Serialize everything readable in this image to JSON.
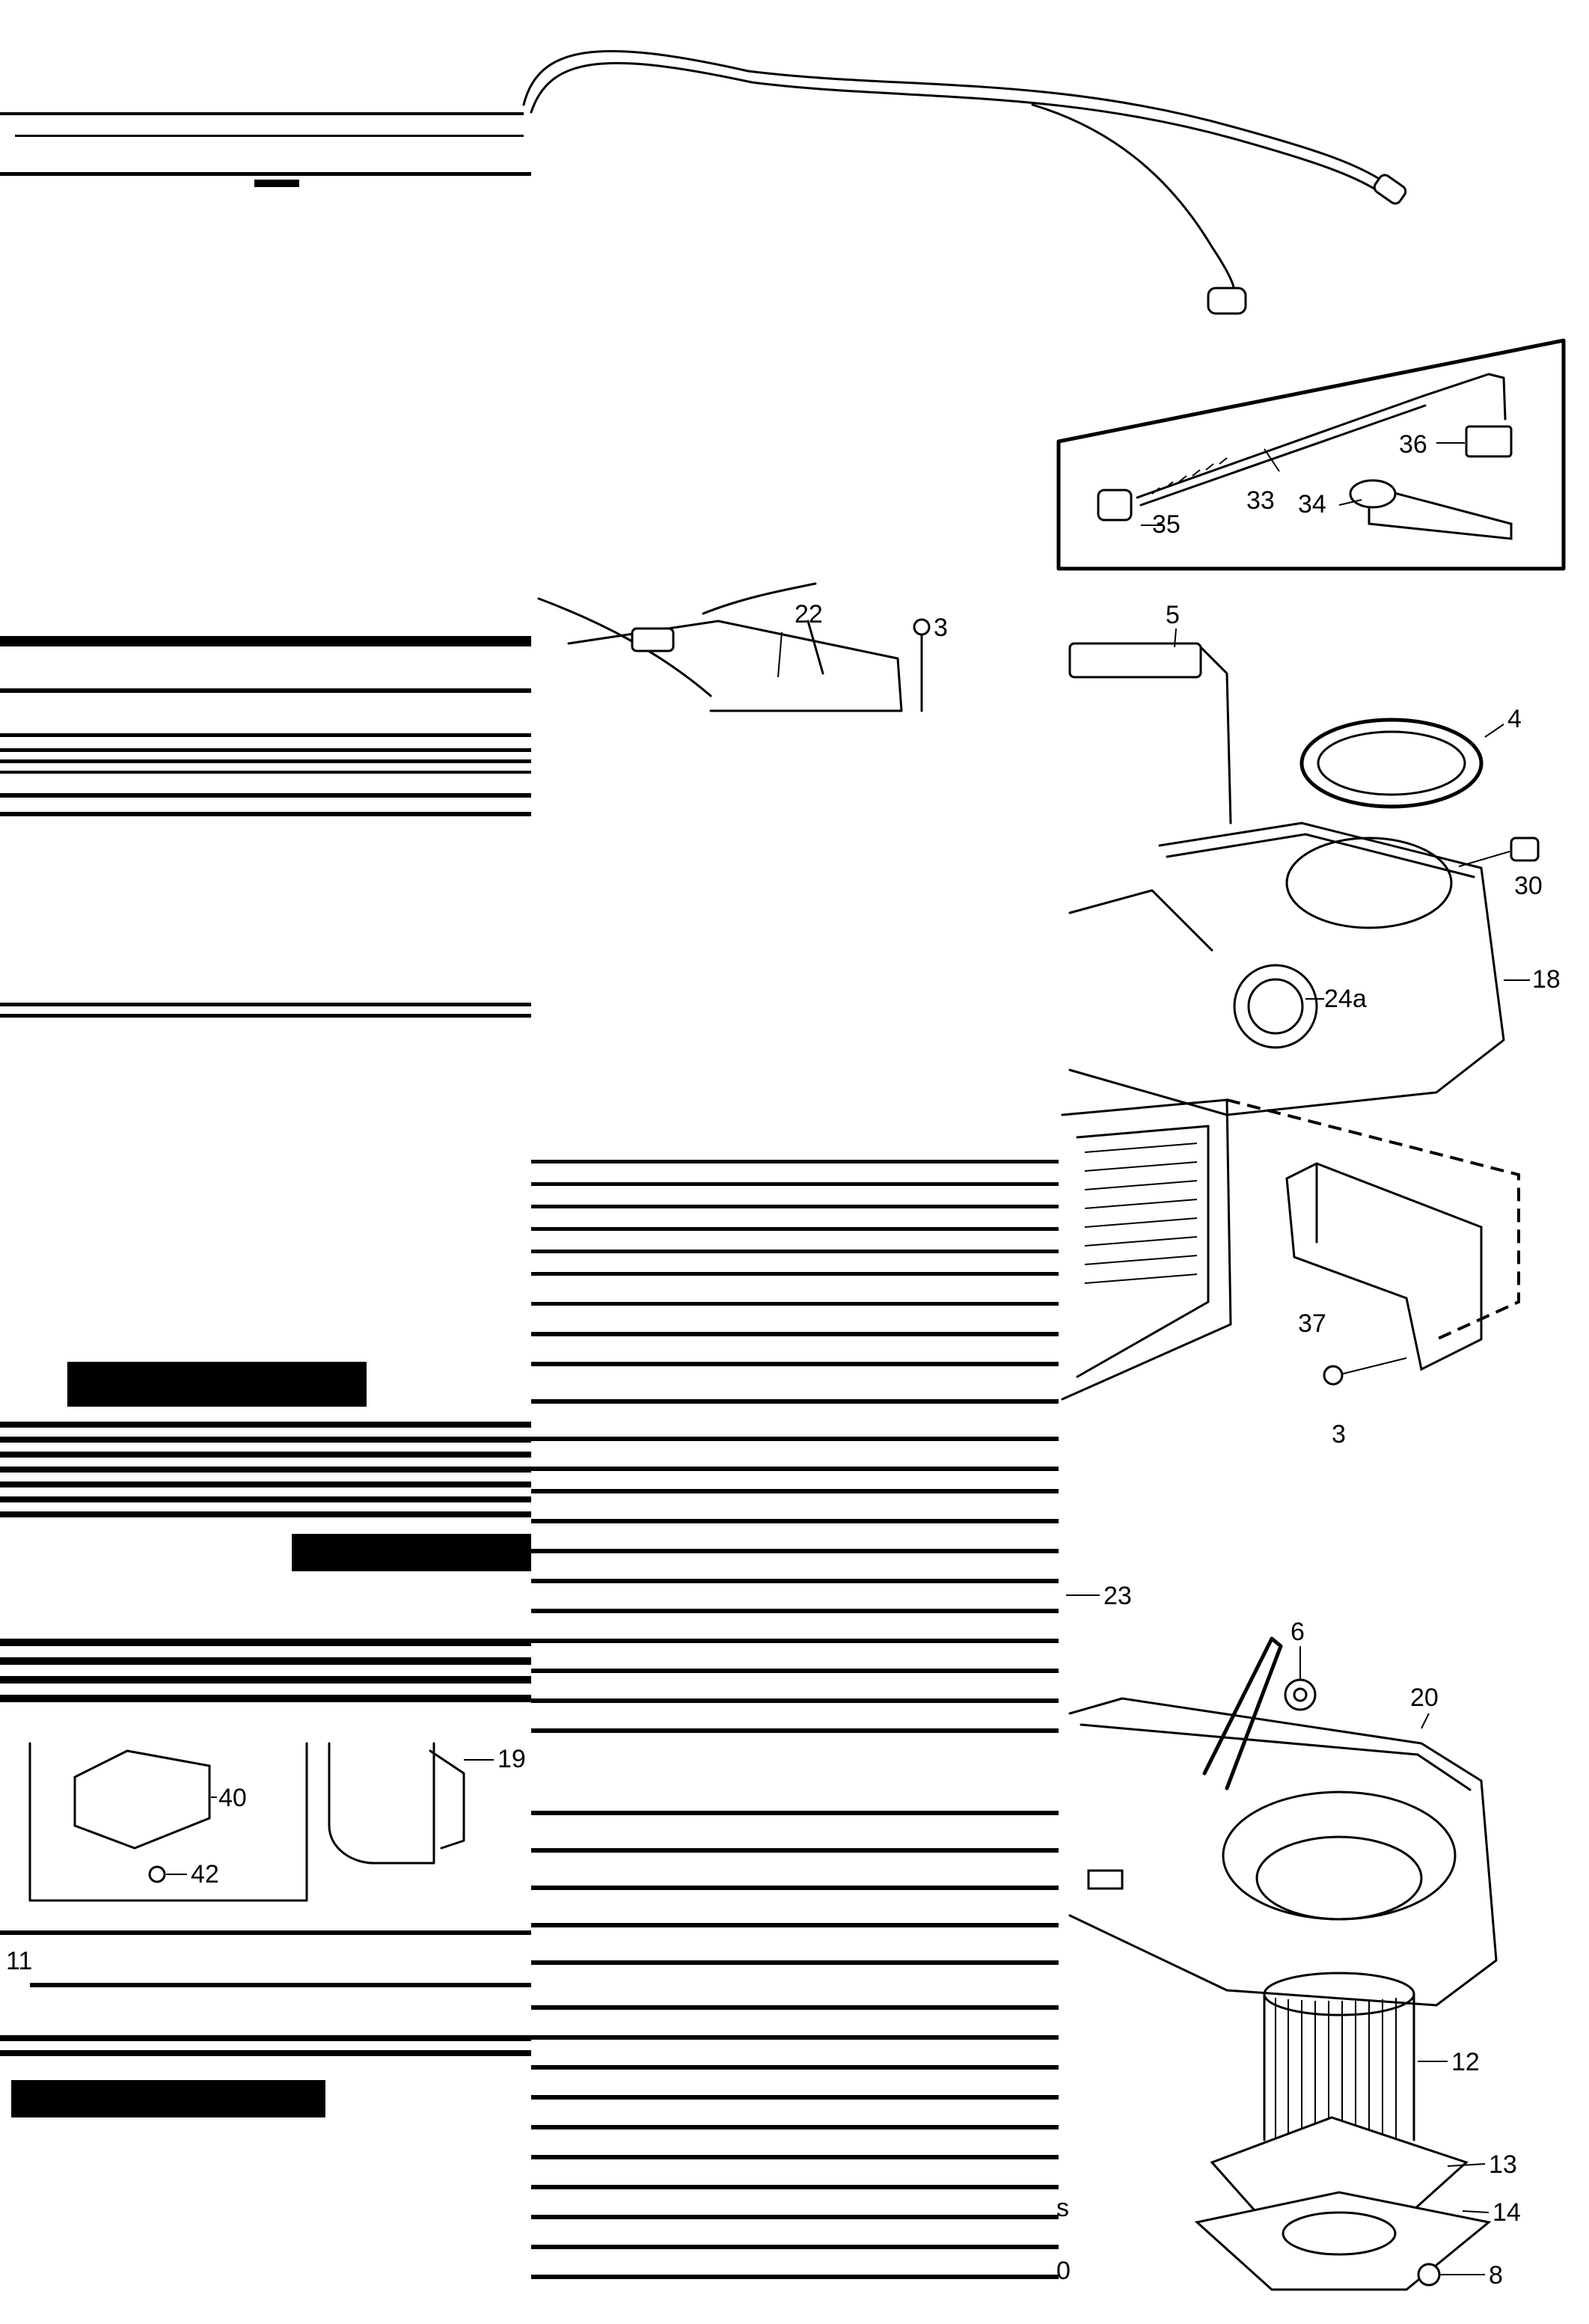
{
  "diagram": {
    "part_labels": [
      {
        "id": "p36",
        "text": "36"
      },
      {
        "id": "p33",
        "text": "33"
      },
      {
        "id": "p34",
        "text": "34"
      },
      {
        "id": "p35",
        "text": "35"
      },
      {
        "id": "p22",
        "text": "22"
      },
      {
        "id": "p3a",
        "text": "3"
      },
      {
        "id": "p5",
        "text": "5"
      },
      {
        "id": "p4",
        "text": "4"
      },
      {
        "id": "p30",
        "text": "30"
      },
      {
        "id": "p18",
        "text": "18"
      },
      {
        "id": "p24a",
        "text": "24a"
      },
      {
        "id": "p37",
        "text": "37"
      },
      {
        "id": "p3b",
        "text": "3"
      },
      {
        "id": "p23",
        "text": "23"
      },
      {
        "id": "p6",
        "text": "6"
      },
      {
        "id": "p20",
        "text": "20"
      },
      {
        "id": "p19",
        "text": "19"
      },
      {
        "id": "p40",
        "text": "40"
      },
      {
        "id": "p42",
        "text": "42"
      },
      {
        "id": "p12",
        "text": "12"
      },
      {
        "id": "p13",
        "text": "13"
      },
      {
        "id": "p14",
        "text": "14"
      },
      {
        "id": "p8",
        "text": "8"
      },
      {
        "id": "p11",
        "text": "11"
      }
    ],
    "edge_fragments": [
      {
        "id": "f1",
        "text": "s"
      },
      {
        "id": "f2",
        "text": "0"
      }
    ]
  }
}
